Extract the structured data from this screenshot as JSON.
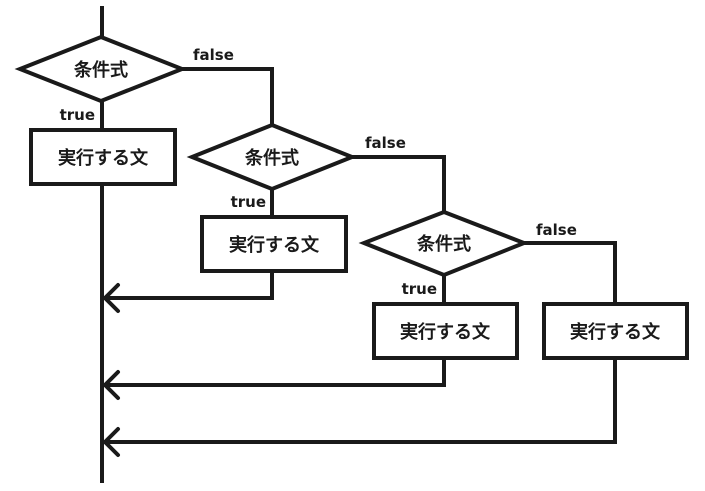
{
  "diagram": {
    "title": "",
    "colors": {
      "line": "#1a1a1a",
      "background": "#ffffff",
      "fill": "#ffffff"
    },
    "conditions": [
      {
        "label": "条件式",
        "true_label": "true",
        "false_label": "false"
      },
      {
        "label": "条件式",
        "true_label": "true",
        "false_label": "false"
      },
      {
        "label": "条件式",
        "true_label": "true",
        "false_label": "false"
      }
    ],
    "statements": [
      {
        "label": "実行する文"
      },
      {
        "label": "実行する文"
      },
      {
        "label": "実行する文"
      },
      {
        "label": "実行する文"
      }
    ]
  }
}
